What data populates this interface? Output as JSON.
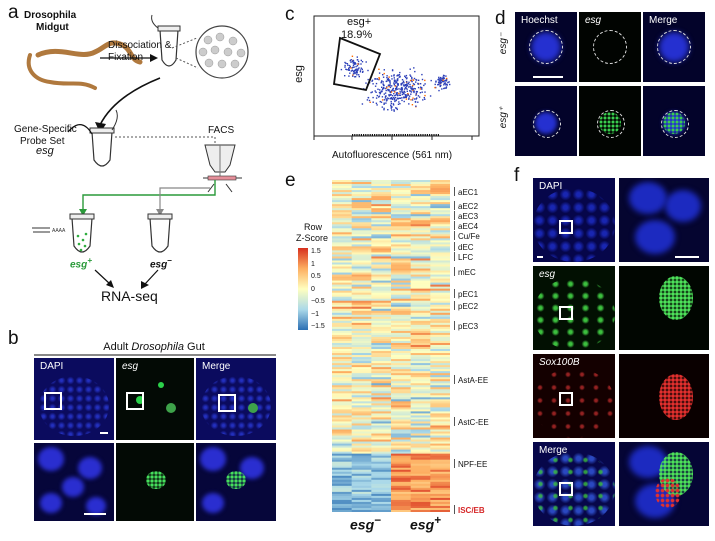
{
  "panels": {
    "a": "a",
    "b": "b",
    "c": "c",
    "d": "d",
    "e": "e",
    "f": "f"
  },
  "panel_a": {
    "source_line1": "Drosophila",
    "source_line2": "Midgut",
    "dissociation_line1": "Dissociation &",
    "dissociation_line2": "Fixation",
    "probe_line1": "Gene-Specific",
    "probe_line2": "Probe Set",
    "probe_gene": "esg",
    "facs": "FACS",
    "pos_label": "esg",
    "pos_sign": "+",
    "neg_label": "esg",
    "neg_sign": "–",
    "rnaseq": "RNA-seq"
  },
  "panel_b": {
    "title_prefix": "Adult ",
    "title_italic": "Drosophila",
    "title_suffix": " Gut",
    "channels": [
      "DAPI",
      "esg",
      "Merge"
    ]
  },
  "panel_c": {
    "gate_name": "esg+",
    "gate_pct": "18.9%",
    "ylabel": "esg",
    "xlabel": "Autofluorescence (561 nm)"
  },
  "panel_d": {
    "channels": [
      "Hoechst",
      "esg",
      "Merge"
    ],
    "row_neg": "esg⁻",
    "row_pos": "esg⁺"
  },
  "panel_e": {
    "legend_title1": "Row",
    "legend_title2": "Z-Score",
    "legend_ticks": [
      "1.5",
      "1",
      "0.5",
      "0",
      "−0.5",
      "−1",
      "−1.5"
    ],
    "row_groups": [
      "aEC1",
      "aEC2",
      "aEC3",
      "aEC4",
      "Cu/Fe",
      "dEC",
      "LFC",
      "mEC",
      "pEC1",
      "pEC2",
      "pEC3",
      "AstA-EE",
      "AstC-EE",
      "NPF-EE",
      "ISC/EB"
    ],
    "col_neg": "esg",
    "col_neg_sign": "−",
    "col_pos": "esg",
    "col_pos_sign": "+",
    "colors": {
      "high": "#d7301f",
      "mid": "#ffffbf",
      "low": "#2b6fb3",
      "highlight": "#d62728"
    }
  },
  "panel_f": {
    "channels": [
      "DAPI",
      "esg",
      "Sox100B",
      "Merge"
    ]
  }
}
